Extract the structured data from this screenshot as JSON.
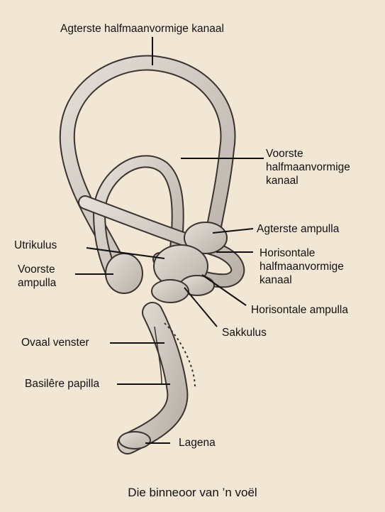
{
  "caption": "Die binneoor van ’n voël",
  "labels": {
    "posterior_canal": "Agterste halfmaanvormige kanaal",
    "anterior_canal": [
      "Voorste",
      "halfmaanvormige",
      "kanaal"
    ],
    "posterior_ampulla": "Agterste ampulla",
    "utriculus": "Utrikulus",
    "horizontal_canal": [
      "Horisontale",
      "halfmaanvormige",
      "kanaal"
    ],
    "anterior_ampulla": [
      "Voorste",
      "ampulla"
    ],
    "horizontal_ampulla": "Horisontale ampulla",
    "sacculus": "Sakkulus",
    "oval_window": "Ovaal venster",
    "basilar_papilla": "Basilêre papilla",
    "lagena": "Lagena"
  },
  "colors": {
    "background": "#f2e6d4",
    "tube_fill": "#d2cbc2",
    "tube_outline": "#3a3330"
  }
}
